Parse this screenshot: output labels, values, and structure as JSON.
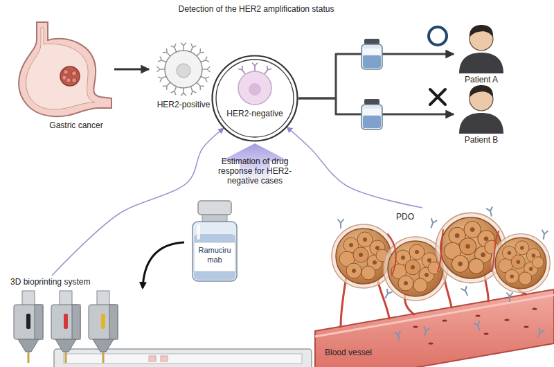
{
  "diagram": {
    "title": "Detection of the HER2 amplification status",
    "nodes": [
      {
        "text": [
          "Gastric cancer"
        ]
      },
      {
        "text": [
          "HER2-positive"
        ]
      },
      {
        "text": [
          "HER2-negative"
        ]
      },
      {
        "text": [
          "Patient A"
        ]
      },
      {
        "text": [
          "Patient B"
        ]
      },
      {
        "text": [
          "3D bioprinting system"
        ]
      },
      {
        "text": [
          "Ramuciru mab"
        ]
      },
      {
        "text": [
          "PDO",
          "Blood vessel"
        ]
      }
    ],
    "edges": [
      {
        "from": 0,
        "to": 1,
        "arrow": "to"
      },
      {
        "from": 5,
        "to": 2,
        "arrow": "to",
        "label": "Estimation of drug response for HER2-negative cases"
      },
      {
        "from": 7,
        "to": 2,
        "arrow": "to"
      },
      {
        "from": 2,
        "to": 3,
        "arrow": "to"
      },
      {
        "from": 2,
        "to": 4,
        "arrow": "to"
      }
    ]
  }
}
